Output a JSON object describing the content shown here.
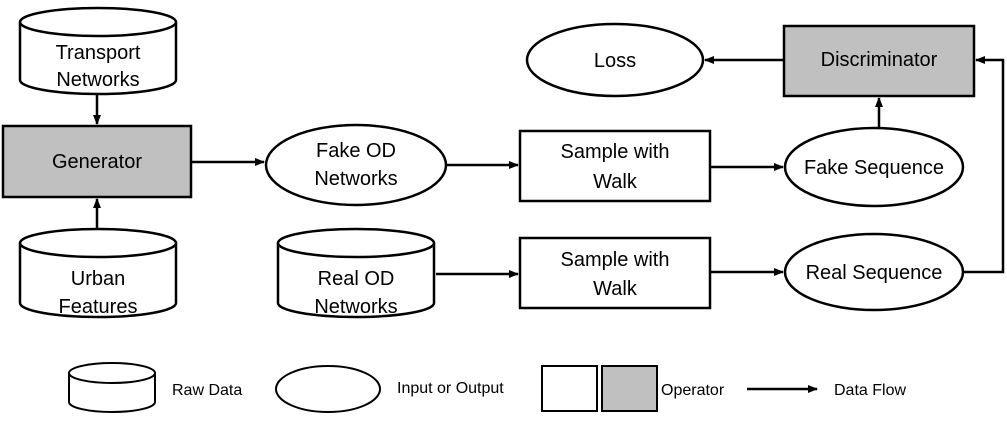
{
  "nodes": {
    "transport_networks": {
      "lines": [
        "Transport",
        "Networks"
      ]
    },
    "generator": {
      "label": "Generator"
    },
    "urban_features": {
      "lines": [
        "Urban",
        "Features"
      ]
    },
    "fake_od_networks": {
      "lines": [
        "Fake OD",
        "Networks"
      ]
    },
    "real_od_networks": {
      "lines": [
        "Real OD",
        "Networks"
      ]
    },
    "sample_walk_fake": {
      "lines": [
        "Sample with",
        "Walk"
      ]
    },
    "sample_walk_real": {
      "lines": [
        "Sample with",
        "Walk"
      ]
    },
    "fake_sequence": {
      "label": "Fake Sequence"
    },
    "real_sequence": {
      "label": "Real Sequence"
    },
    "discriminator": {
      "label": "Discriminator"
    },
    "loss": {
      "label": "Loss"
    }
  },
  "legend": {
    "raw_data": "Raw Data",
    "input_output": "Input or Output",
    "operator": "Operator",
    "data_flow": "Data Flow"
  },
  "colors": {
    "operator_fill": "#c0c0c0",
    "stroke": "#000000",
    "background": "#ffffff"
  }
}
